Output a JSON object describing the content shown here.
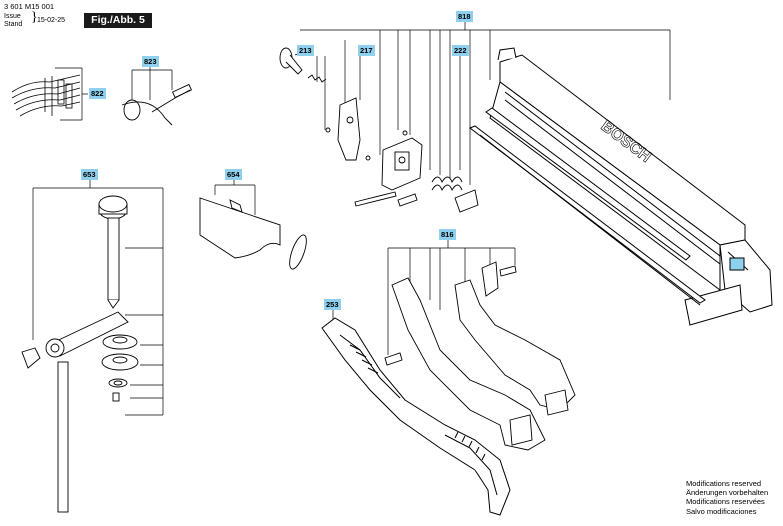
{
  "header": {
    "doc_number": "3 601 M15 001",
    "issue_label": "Issue",
    "stand_label": "Stand",
    "date": "15-02-25",
    "figure_label": "Fig./Abb. 5"
  },
  "callouts": {
    "c213": "213",
    "c217": "217",
    "c222": "222",
    "c818": "818",
    "c822": "822",
    "c823": "823",
    "c653": "653",
    "c654": "654",
    "c816": "816",
    "c253": "253"
  },
  "brand_text": "BOSCH",
  "footer": {
    "line1": "Modifications reserved",
    "line2": "Änderungen vorbehalten",
    "line3": "Modifications reservées",
    "line4": "Salvo modificaciones"
  },
  "colors": {
    "callout_bg": "#8fd0ee",
    "badge_bg": "#1a1a1a",
    "ink": "#000000"
  }
}
